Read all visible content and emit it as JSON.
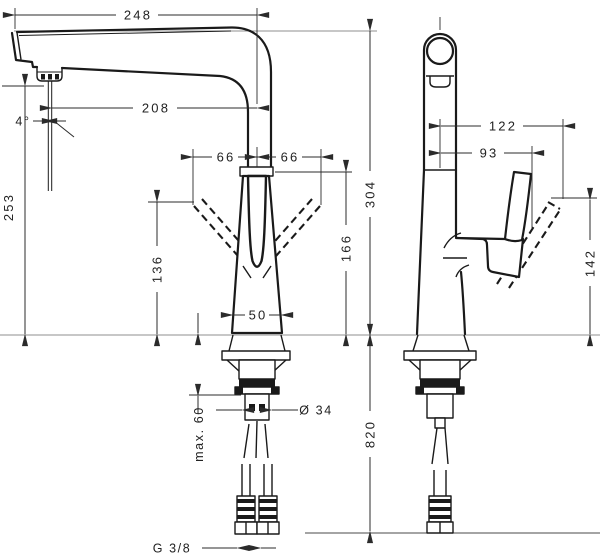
{
  "dimensions": {
    "side_view": {
      "spout_reach": "248",
      "aerator_to_axis": "208",
      "spray_angle": "4°",
      "swivel_left": "66",
      "swivel_right": "66",
      "spout_outlet_height": "253",
      "lever_tip_height": "136",
      "base_diameter": "50",
      "overall_height": "304",
      "body_joint_height": "166",
      "max_mounting_thickness": "max. 60",
      "shank_diameter": "Ø 34",
      "hose_drop_length": "820",
      "connection_thread": "G 3/8"
    },
    "front_view": {
      "lever_swing_reach": "122",
      "lever_tip_offset": "93",
      "lever_height_above_deck": "142"
    }
  },
  "colors": {
    "outline": "#1a1a1a",
    "dimension_line": "#2b2b2b",
    "reference_line": "#8f8f8f",
    "background": "#ffffff"
  }
}
